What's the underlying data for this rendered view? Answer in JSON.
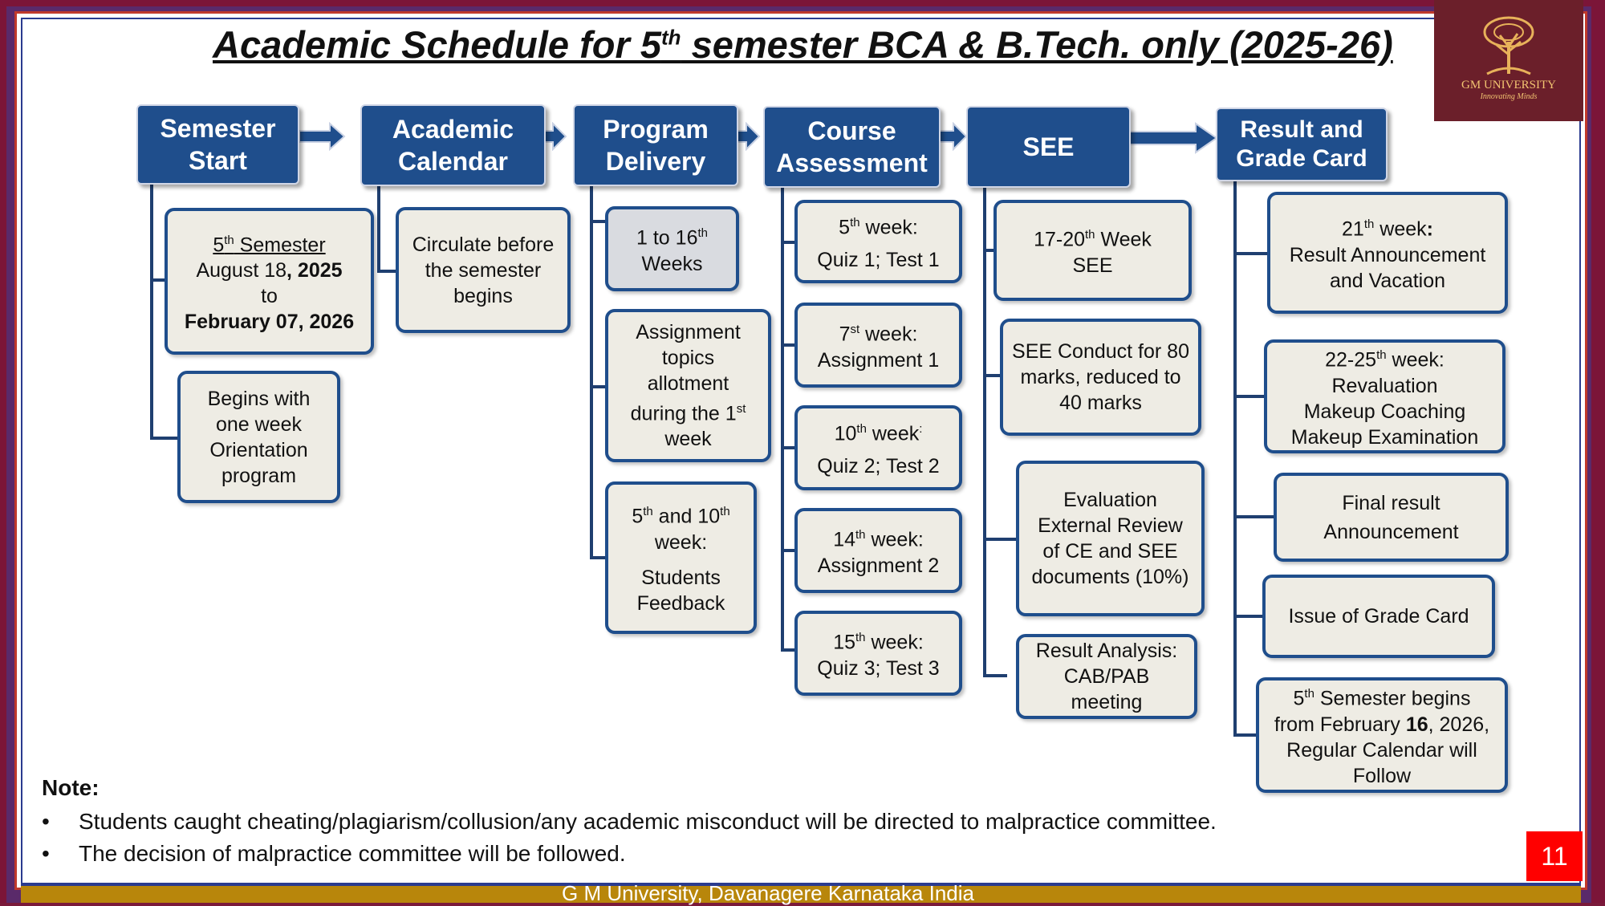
{
  "title": {
    "main_a": "Academic Schedule for 5",
    "sup": "th",
    "main_b": " semester BCA & B.Tech. only (2025-26)"
  },
  "logo": {
    "name": "GM UNIVERSITY",
    "tagline": "Innovating Minds"
  },
  "headers": {
    "semester_start": [
      "Semester",
      "Start"
    ],
    "academic_calendar": [
      "Academic",
      "Calendar"
    ],
    "program_delivery": [
      "Program",
      "Delivery"
    ],
    "course_assessment": [
      "Course",
      "Assessment"
    ],
    "see": "SEE",
    "result": [
      "Result and",
      "Grade Card"
    ]
  },
  "semester_start": {
    "box1": {
      "l1a": "5",
      "l1sup": "th",
      "l1b": " Semester",
      "l2a": "August 18",
      "l2b": ", 2025",
      "l3": "to",
      "l4": "February 07, 2026"
    },
    "box2": [
      "Begins with",
      "one week",
      "Orientation",
      "program"
    ]
  },
  "academic_calendar": {
    "box1": [
      "Circulate before",
      "the semester",
      "begins"
    ]
  },
  "program_delivery": {
    "box1": {
      "a": "1 to 16",
      "sup": "th",
      "b": "Weeks"
    },
    "box2": {
      "l1": "Assignment",
      "l2": "topics",
      "l3": "allotment",
      "l4a": "during the 1",
      "l4sup": "st",
      "l5": "week"
    },
    "box3": {
      "l1a": "5",
      "l1sup": "th",
      "l1b": " and 10",
      "l1sup2": "th",
      "l2": "week:",
      "l3": "Students",
      "l4": "Feedback"
    }
  },
  "course_assessment": {
    "b1": {
      "a": "5",
      "sup": "th",
      "b": " week:",
      "c": "Quiz 1; Test 1"
    },
    "b2": {
      "a": "7",
      "sup": "st",
      "b": " week:",
      "c": "Assignment 1"
    },
    "b3": {
      "a": "10",
      "sup": "th",
      "b": " week",
      "sup2": ":",
      "c": "Quiz 2; Test 2"
    },
    "b4": {
      "a": "14",
      "sup": "th",
      "b": " week:",
      "c": "Assignment 2"
    },
    "b5": {
      "a": "15",
      "sup": "th",
      "b": " week:",
      "c": "Quiz 3; Test 3"
    }
  },
  "see": {
    "b1": {
      "a": "17-20",
      "sup": "th",
      "b": " Week",
      "c": "SEE"
    },
    "b2": [
      "SEE Conduct for 80",
      "marks, reduced to",
      "40 marks"
    ],
    "b3": [
      "Evaluation",
      "External Review",
      "of CE and SEE",
      "documents (10%)"
    ],
    "b4": [
      "Result Analysis:",
      "CAB/PAB",
      "meeting"
    ]
  },
  "result": {
    "b1": {
      "a": "21",
      "sup": "th",
      "b": " week",
      "colon": ":",
      "c": "Result  Announcement",
      "d": "and Vacation"
    },
    "b2": {
      "a": "22-25",
      "sup": "th",
      "b": " week:",
      "c": "Revaluation",
      "d": "Makeup Coaching",
      "e": "Makeup Examination"
    },
    "b3": [
      "Final result",
      "Announcement"
    ],
    "b4": "Issue of Grade Card",
    "b5": {
      "a": "5",
      "sup": "th",
      "b": " Semester begins",
      "c": "from February ",
      "cbold": "16",
      "c2": ", 2026,",
      "d": "Regular Calendar will",
      "e": "Follow"
    }
  },
  "note": {
    "heading": "Note:",
    "bullets": [
      "Students caught cheating/plagiarism/collusion/any academic misconduct will be directed to malpractice committee.",
      "The decision of malpractice committee will be followed."
    ]
  },
  "page_number": "11",
  "footer": "G M University, Davanagere Karnataka India",
  "colors": {
    "header_blue": "#1f4e8c",
    "box_fill": "#eeece4",
    "frame": "#7b1538"
  }
}
